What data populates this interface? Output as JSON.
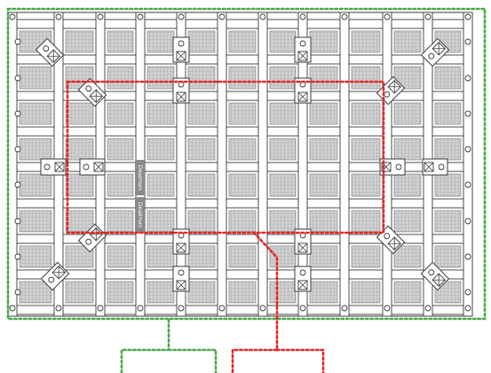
{
  "diagram": {
    "grid": {
      "columns": 11,
      "rows": 8
    },
    "side_labels": [
      "Deadman",
      "Deadman"
    ],
    "colors": {
      "outer_boundary": "#4aa84a",
      "inner_boundary": "#e02828",
      "panel_fill": "#d0d0d0",
      "mesh_line": "#9a9a9a",
      "beam_fill": "#ffffff",
      "beam_stroke": "#3a3a3a",
      "bracket_fill": "#ffffff",
      "label_bar": "#8a8a8a"
    },
    "icons": [
      "bolt-hole-icon",
      "cross-bracket-icon",
      "corner-bracket-icon"
    ]
  }
}
